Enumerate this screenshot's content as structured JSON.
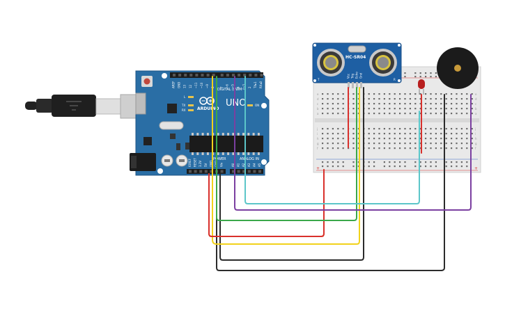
{
  "arduino": {
    "brand": "ARDUINO",
    "model": "UNO",
    "power_header": "POWER",
    "analog_header": "ANALOG IN",
    "digital_header": "DIGITAL (PWM~)",
    "led_l": "L",
    "led_tx": "TX",
    "led_rx": "RX",
    "on_label": "ON",
    "digital_pins": [
      "AREF",
      "GND",
      "13",
      "12",
      "~11",
      "~10",
      "~9",
      "8",
      "7",
      "~6",
      "~5",
      "4",
      "~3",
      "2",
      "TX▸1",
      "RX◂0"
    ],
    "power_pins": [
      "IOREF",
      "RESET",
      "3.3V",
      "5V",
      "GND",
      "GND",
      "Vin"
    ],
    "analog_pins": [
      "A0",
      "A1",
      "A2",
      "A3",
      "A4",
      "A5"
    ]
  },
  "sensor": {
    "model": "HC-SR04",
    "pins": [
      "Vcc",
      "Trig",
      "Echo",
      "Gnd"
    ],
    "left_mark": "T",
    "right_mark": "R"
  },
  "breadboard": {
    "row_letters_top": [
      "a",
      "b",
      "c",
      "d",
      "e"
    ],
    "row_letters_bottom": [
      "f",
      "g",
      "h",
      "i",
      "j"
    ],
    "rail_plus": "+",
    "rail_minus": "-"
  },
  "colors": {
    "board_blue": "#2a6ea5",
    "wire_red": "#d9302c",
    "wire_yellow": "#f2d21b",
    "wire_green": "#3aa84a",
    "wire_black": "#2b2b2b",
    "wire_purple": "#7b3fa0",
    "wire_cyan": "#5cc6c9",
    "wire_orange": "#e8912d"
  }
}
